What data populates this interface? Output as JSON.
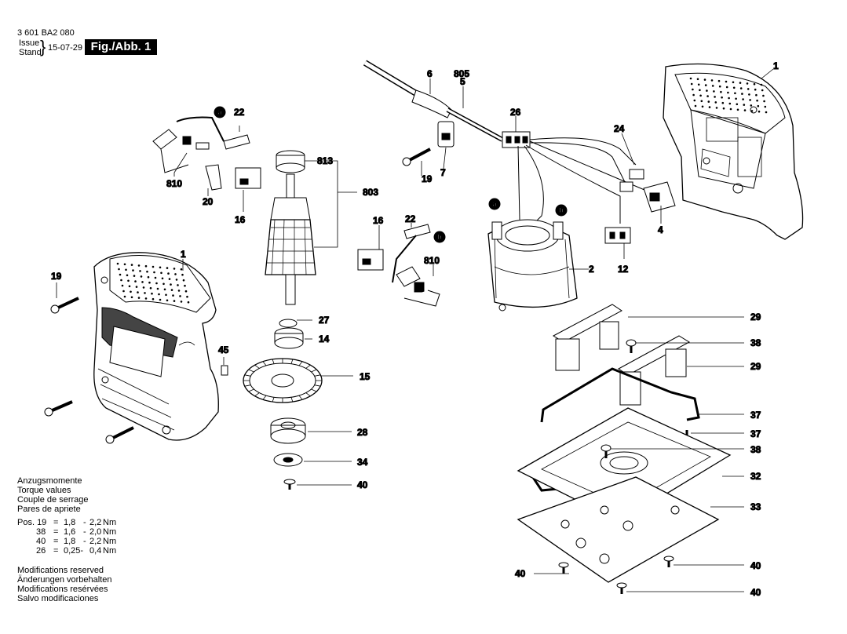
{
  "header": {
    "part_number": "3 601 BA2 080",
    "issue_label": "Issue",
    "stand_label": "Stand",
    "date": "15-07-29",
    "figure": "Fig./Abb. 1"
  },
  "torque": {
    "headings": [
      "Anzugsmomente",
      "Torque values",
      "Couple de serrage",
      "Pares de apriete"
    ],
    "rows": [
      {
        "pos": "Pos. 19",
        "eq": "=",
        "min": "1,8",
        "dash": "-",
        "max": "2,2",
        "unit": "Nm"
      },
      {
        "pos": "38",
        "eq": "=",
        "min": "1,6",
        "dash": "-",
        "max": "2,0",
        "unit": "Nm"
      },
      {
        "pos": "40",
        "eq": "=",
        "min": "1,8",
        "dash": "-",
        "max": "2,2",
        "unit": "Nm"
      },
      {
        "pos": "26",
        "eq": "=",
        "min": "0,25-",
        "dash": "",
        "max": "0,4",
        "unit": "Nm"
      }
    ]
  },
  "modifications": [
    "Modifications reserved",
    "Änderungen vorbehalten",
    "Modifications resérvées",
    "Salvo modificaciones"
  ],
  "labels": {
    "l1a": "1",
    "l1b": "1",
    "l2": "2",
    "l4": "4",
    "l5": "5",
    "l6": "6",
    "l7": "7",
    "l12": "12",
    "l14": "14",
    "l15": "15",
    "l16a": "16",
    "l16b": "16",
    "l19a": "19",
    "l19b": "19",
    "l20": "20",
    "l22a": "22",
    "l22b": "22",
    "l24": "24",
    "l26": "26",
    "l27": "27",
    "l28": "28",
    "l29a": "29",
    "l29b": "29",
    "l32": "32",
    "l33": "33",
    "l34": "34",
    "l37a": "37",
    "l37b": "37",
    "l38a": "38",
    "l38b": "38",
    "l40a": "40",
    "l40b": "40",
    "l40c": "40",
    "l40d": "40",
    "l45": "45",
    "l803": "803",
    "l805": "805",
    "l810a": "810",
    "l810b": "810",
    "l813": "813"
  },
  "markers": {
    "a1": "a",
    "a2": "a",
    "b1": "b",
    "b2": "b"
  }
}
